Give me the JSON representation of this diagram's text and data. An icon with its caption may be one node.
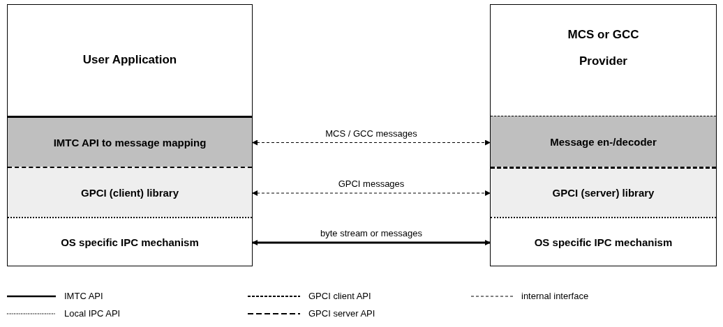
{
  "diagram": {
    "nodes": [
      {
        "text": [
          "User Application"
        ]
      },
      {
        "text": [
          "IMTC API to message mapping"
        ],
        "in": 0
      },
      {
        "text": [
          "GPCI (client) library"
        ],
        "in": 0
      },
      {
        "text": [
          "OS specific IPC mechanism"
        ],
        "in": 0
      },
      {
        "text": [
          "MCS or GCC Provider"
        ]
      },
      {
        "text": [
          "Message en-/decoder"
        ],
        "in": 4
      },
      {
        "text": [
          "GPCI (server) library"
        ],
        "in": 4
      },
      {
        "text": [
          "OS specific IPC mechanism"
        ],
        "in": 4
      }
    ],
    "edges": [
      {
        "from": 1,
        "to": 5,
        "arrow": "both",
        "label": "MCS / GCC messages",
        "style": "dashed"
      },
      {
        "from": 2,
        "to": 6,
        "arrow": "both",
        "label": "GPCI messages",
        "style": "dashed"
      },
      {
        "from": 3,
        "to": 7,
        "arrow": "both",
        "label": "byte stream or messages",
        "style": "thick"
      }
    ],
    "legend": [
      {
        "text": "IMTC API"
      },
      {
        "text": "Local IPC API"
      },
      {
        "text": "GPCI client API"
      },
      {
        "text": "GPCI server API"
      },
      {
        "text": "internal interface"
      }
    ]
  }
}
